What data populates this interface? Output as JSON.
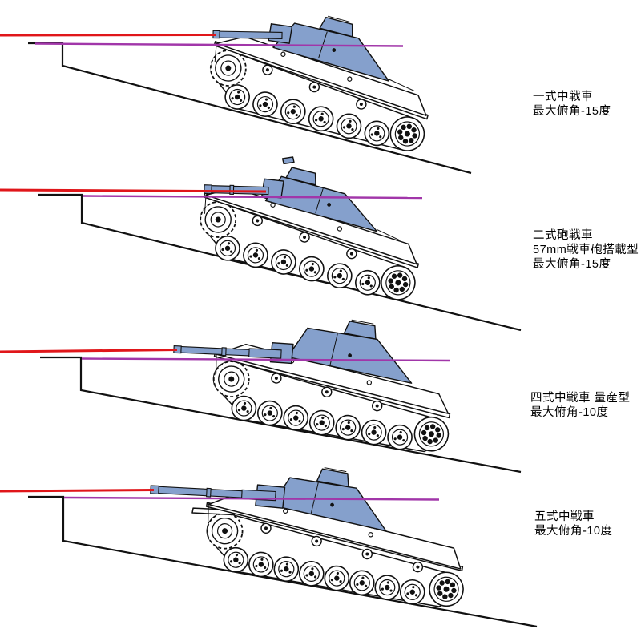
{
  "diagram": {
    "background": "#ffffff",
    "colors": {
      "gun_line": "#e0161a",
      "horizon_line": "#a136a9",
      "tank_highlight": "#85a0cc",
      "outline": "#111111"
    },
    "sections": [
      {
        "tank": "一式中戦車",
        "max_depression_deg": -15,
        "label_lines": [
          "一式中戦車",
          "最大俯角-15度"
        ]
      },
      {
        "tank": "二式砲戦車",
        "max_depression_deg": -15,
        "label_lines": [
          "二式砲戦車",
          "57mm戦車砲搭載型",
          "最大俯角-15度"
        ]
      },
      {
        "tank": "四式中戦車 量産型",
        "max_depression_deg": -10,
        "label_lines": [
          "四式中戦車 量産型",
          "最大俯角-10度"
        ]
      },
      {
        "tank": "五式中戦車",
        "max_depression_deg": -10,
        "label_lines": [
          "五式中戦車",
          "最大俯角-10度"
        ]
      }
    ]
  }
}
